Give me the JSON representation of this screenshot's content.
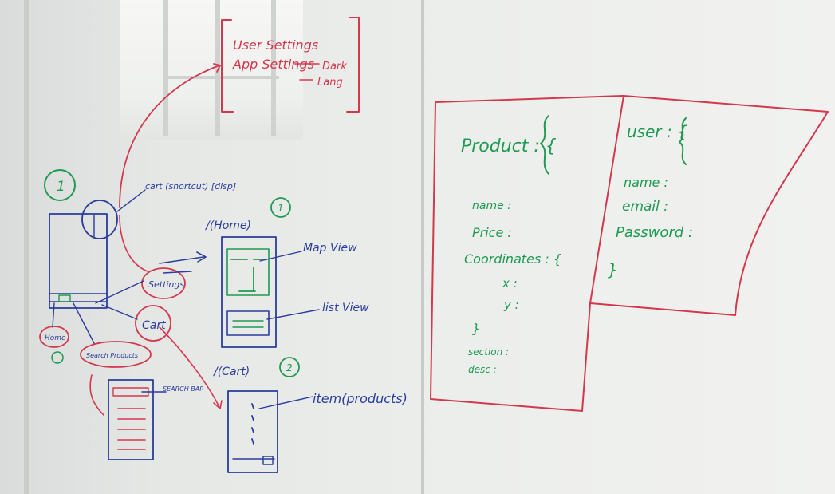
{
  "settings_menu": {
    "user_settings": "User Settings",
    "app_settings": "App Settings",
    "dark": "Dark",
    "lang": "Lang"
  },
  "sketch": {
    "circle_1": "1",
    "cart_shortcut": "cart (shortcut) [disp]",
    "settings": "Settings",
    "cart": "Cart",
    "home": "Home",
    "search_products": "Search Products",
    "search_bar": "SEARCH BAR",
    "home_screen_label": "/(Home)",
    "home_number": "1",
    "map_view": "Map View",
    "list_view": "list View",
    "cart_screen_label": "/(Cart)",
    "cart_number": "2",
    "item_products": "item(products)"
  },
  "product_model": {
    "title": "Product : {",
    "fields": [
      "name :",
      "Price :",
      "Coordinates : {",
      "x :",
      "y :",
      "}",
      "section :",
      "desc :"
    ]
  },
  "user_model": {
    "title": "user : {",
    "fields": [
      "name :",
      "email :",
      "Password :",
      "}"
    ]
  },
  "colors": {
    "green_marker": "#1f9a52",
    "red_marker": "#d4384d",
    "blue_marker": "#2a3c9c"
  }
}
